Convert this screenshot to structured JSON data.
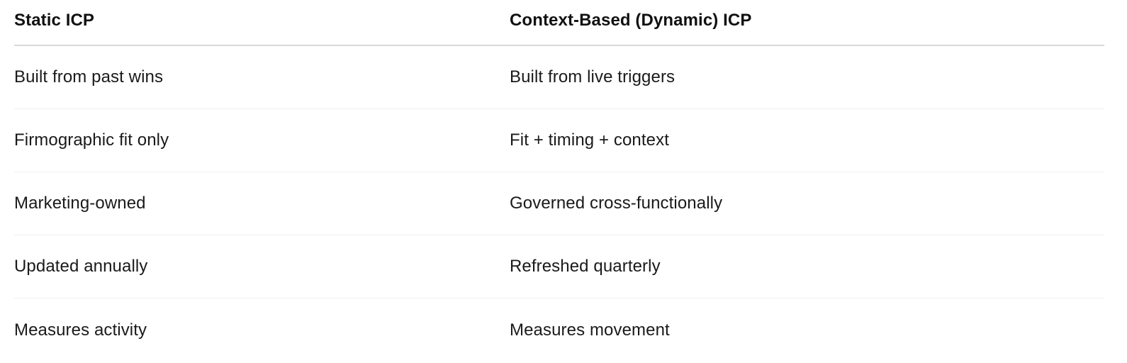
{
  "table": {
    "columns": [
      {
        "key": "static",
        "label": "Static ICP"
      },
      {
        "key": "dynamic",
        "label": "Context-Based (Dynamic) ICP"
      }
    ],
    "rows": [
      {
        "static": "Built from past wins",
        "dynamic": "Built from live triggers"
      },
      {
        "static": "Firmographic fit only",
        "dynamic": "Fit + timing + context"
      },
      {
        "static": "Marketing-owned",
        "dynamic": "Governed cross-functionally"
      },
      {
        "static": "Updated annually",
        "dynamic": "Refreshed quarterly"
      },
      {
        "static": "Measures activity",
        "dynamic": "Measures movement"
      }
    ]
  },
  "colors": {
    "background": "#ffffff",
    "text": "#1a1a1a",
    "header_text": "#111111",
    "header_divider": "#d8d8d8",
    "row_divider": "#efefef"
  }
}
